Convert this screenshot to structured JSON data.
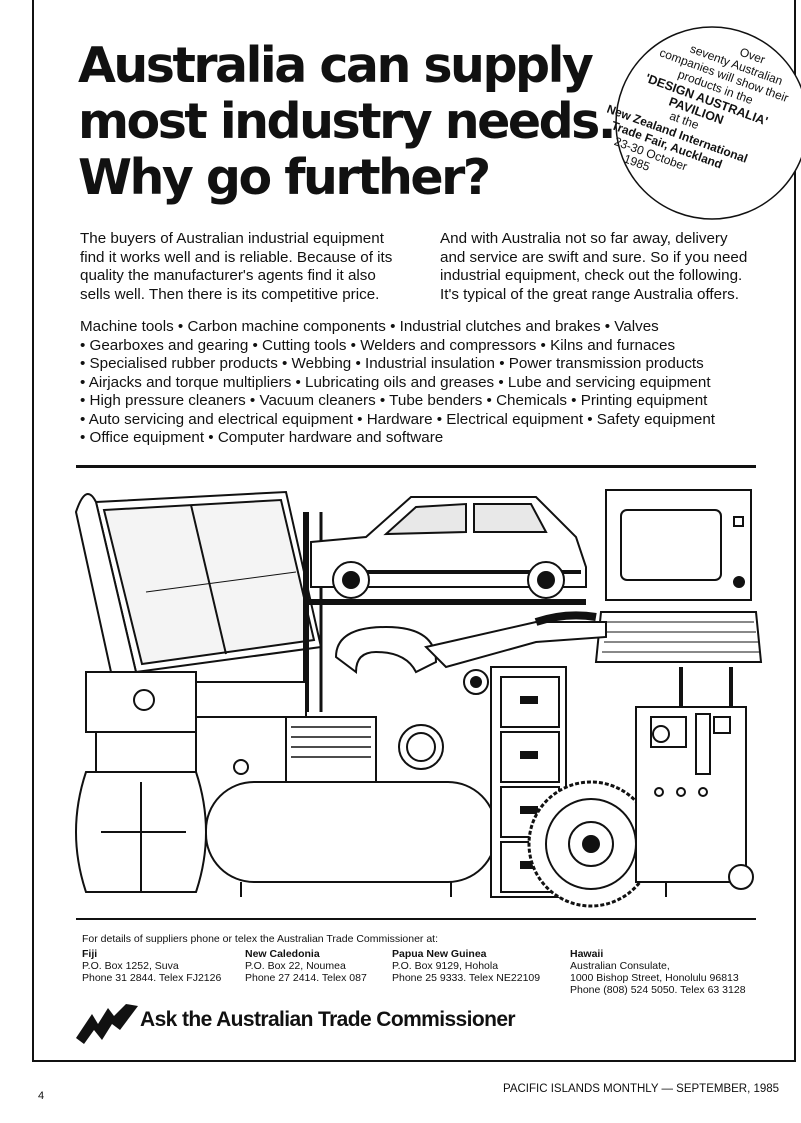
{
  "headline": {
    "lines": [
      "Australia can supply",
      "most industry needs.",
      "Why go further?"
    ]
  },
  "badge": {
    "lines": [
      "Over",
      "seventy Australian",
      "companies will show their",
      "products in the",
      "'DESIGN AUSTRALIA'",
      "PAVILION",
      "at the",
      "New Zealand International",
      "Trade Fair, Auckland",
      "23-30 October",
      "1985"
    ]
  },
  "intro": {
    "left": [
      "The buyers of Australian industrial equipment",
      "find it works well and is reliable. Because of its",
      "quality the manufacturer's agents find it also",
      "sells well. Then there is its competitive price."
    ],
    "right": [
      "And with Australia not so far away, delivery",
      "and service are swift and sure. So if you need",
      "industrial equipment, check out the following.",
      "It's typical of the great range Australia offers."
    ]
  },
  "products": {
    "lines": [
      "Machine tools • Carbon machine components • Industrial clutches and brakes • Valves",
      "• Gearboxes and gearing • Cutting tools • Welders and compressors • Kilns and furnaces",
      "• Specialised rubber products • Webbing • Industrial insulation • Power transmission products",
      "• Airjacks and torque multipliers • Lubricating oils and greases • Lube and servicing equipment",
      "• High pressure cleaners • Vacuum cleaners • Tube benders • Chemicals • Printing equipment",
      "• Auto servicing and electrical equipment • Hardware • Electrical equipment • Safety equipment",
      "• Office equipment • Computer hardware and software"
    ]
  },
  "contact": {
    "intro": "For details of suppliers phone or telex the Australian Trade Commissioner at:",
    "offices": [
      {
        "name": "Fiji",
        "line1": "P.O. Box 1252, Suva",
        "line2": "Phone 31 2844. Telex FJ2126",
        "line3": ""
      },
      {
        "name": "New Caledonia",
        "line1": "P.O. Box 22, Noumea",
        "line2": "Phone 27 2414. Telex 087",
        "line3": ""
      },
      {
        "name": "Papua New Guinea",
        "line1": "P.O. Box 9129, Hohola",
        "line2": "Phone 25 9333. Telex NE22109",
        "line3": ""
      },
      {
        "name": "Hawaii",
        "line1": "Australian Consulate,",
        "line2": "1000 Bishop Street, Honolulu 96813",
        "line3": "Phone (808) 524 5050. Telex 63 3128"
      }
    ],
    "tagline": "Ask the Australian Trade Commissioner"
  },
  "footer": {
    "page_number": "4",
    "publication": "PACIFIC ISLANDS MONTHLY — SEPTEMBER, 1985"
  }
}
